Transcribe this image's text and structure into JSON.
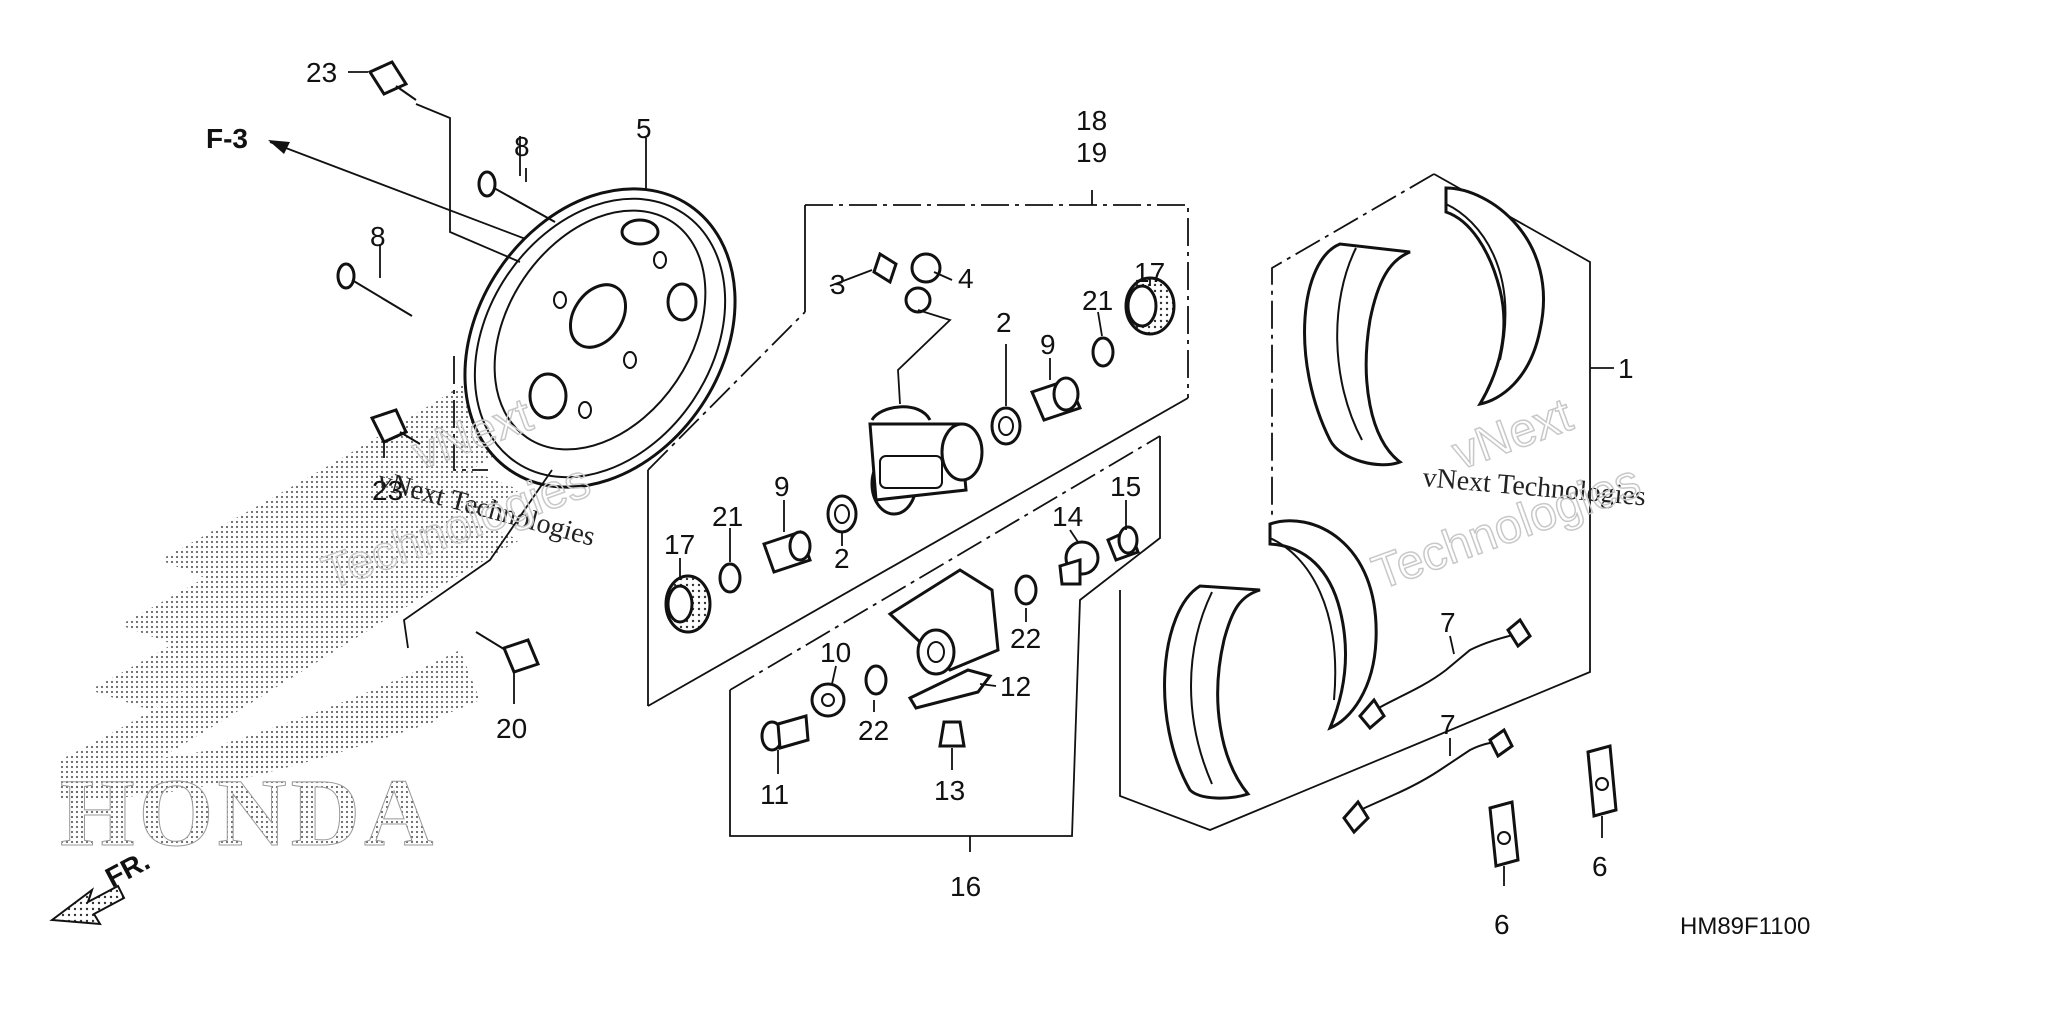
{
  "diagram": {
    "reference_code": "HM89F1100",
    "ref_arrow_label": "F-3",
    "front_arrow_label": "FR.",
    "watermark_text": "vNext Technologies",
    "watermark_line1": "vNext",
    "watermark_line2": "Technologies",
    "logo_text": "HONDA",
    "part_labels": {
      "p1": "1",
      "p2a": "2",
      "p2b": "2",
      "p3": "3",
      "p4": "4",
      "p5": "5",
      "p6a": "6",
      "p6b": "6",
      "p7a": "7",
      "p7b": "7",
      "p8a": "8",
      "p8b": "8",
      "p9a": "9",
      "p9b": "9",
      "p10": "10",
      "p11": "11",
      "p12": "12",
      "p13": "13",
      "p14": "14",
      "p15": "15",
      "p16": "16",
      "p17a": "17",
      "p17b": "17",
      "p18": "18",
      "p19": "19",
      "p20": "20",
      "p21a": "21",
      "p21b": "21",
      "p22a": "22",
      "p22b": "22",
      "p23a": "23",
      "p23b": "23"
    }
  }
}
